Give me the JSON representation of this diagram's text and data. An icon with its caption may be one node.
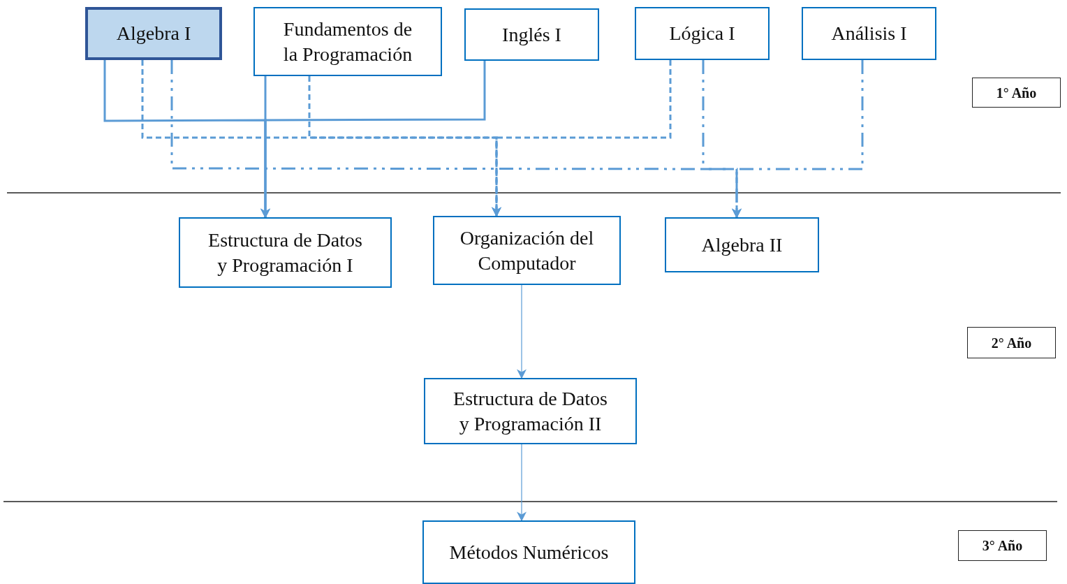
{
  "diagram": {
    "nodes": [
      {
        "text": [
          "Algebra I"
        ]
      },
      {
        "text": [
          "Fundamentos de la Programación"
        ]
      },
      {
        "text": [
          "Inglés I"
        ]
      },
      {
        "text": [
          "Lógica I"
        ]
      },
      {
        "text": [
          "Análisis I"
        ]
      },
      {
        "text": [
          "1° Año"
        ]
      },
      {
        "text": [
          "Estructura de Datos y Programación I"
        ]
      },
      {
        "text": [
          "Organización del Computador"
        ]
      },
      {
        "text": [
          "Algebra II"
        ]
      },
      {
        "text": [
          "2° Año"
        ]
      },
      {
        "text": [
          "Estructura de Datos y Programación II"
        ]
      },
      {
        "text": [
          "Métodos Numéricos"
        ]
      },
      {
        "text": [
          "3° Año"
        ]
      }
    ],
    "edges": [
      {
        "from": 0,
        "to": 6,
        "arrow": "to"
      },
      {
        "from": 2,
        "to": 6,
        "arrow": "to"
      },
      {
        "from": 1,
        "to": 6,
        "arrow": "to"
      },
      {
        "from": 0,
        "to": 7,
        "arrow": "to",
        "style": "dashed"
      },
      {
        "from": 1,
        "to": 7,
        "arrow": "to",
        "style": "dashed"
      },
      {
        "from": 3,
        "to": 7,
        "arrow": "to",
        "style": "dashed"
      },
      {
        "from": 0,
        "to": 8,
        "arrow": "to",
        "style": "dashed"
      },
      {
        "from": 3,
        "to": 8,
        "arrow": "to",
        "style": "dashed"
      },
      {
        "from": 4,
        "to": 8,
        "arrow": "to",
        "style": "dashed"
      },
      {
        "from": 7,
        "to": 10,
        "arrow": "to"
      },
      {
        "from": 10,
        "to": 11,
        "arrow": "to"
      }
    ]
  }
}
